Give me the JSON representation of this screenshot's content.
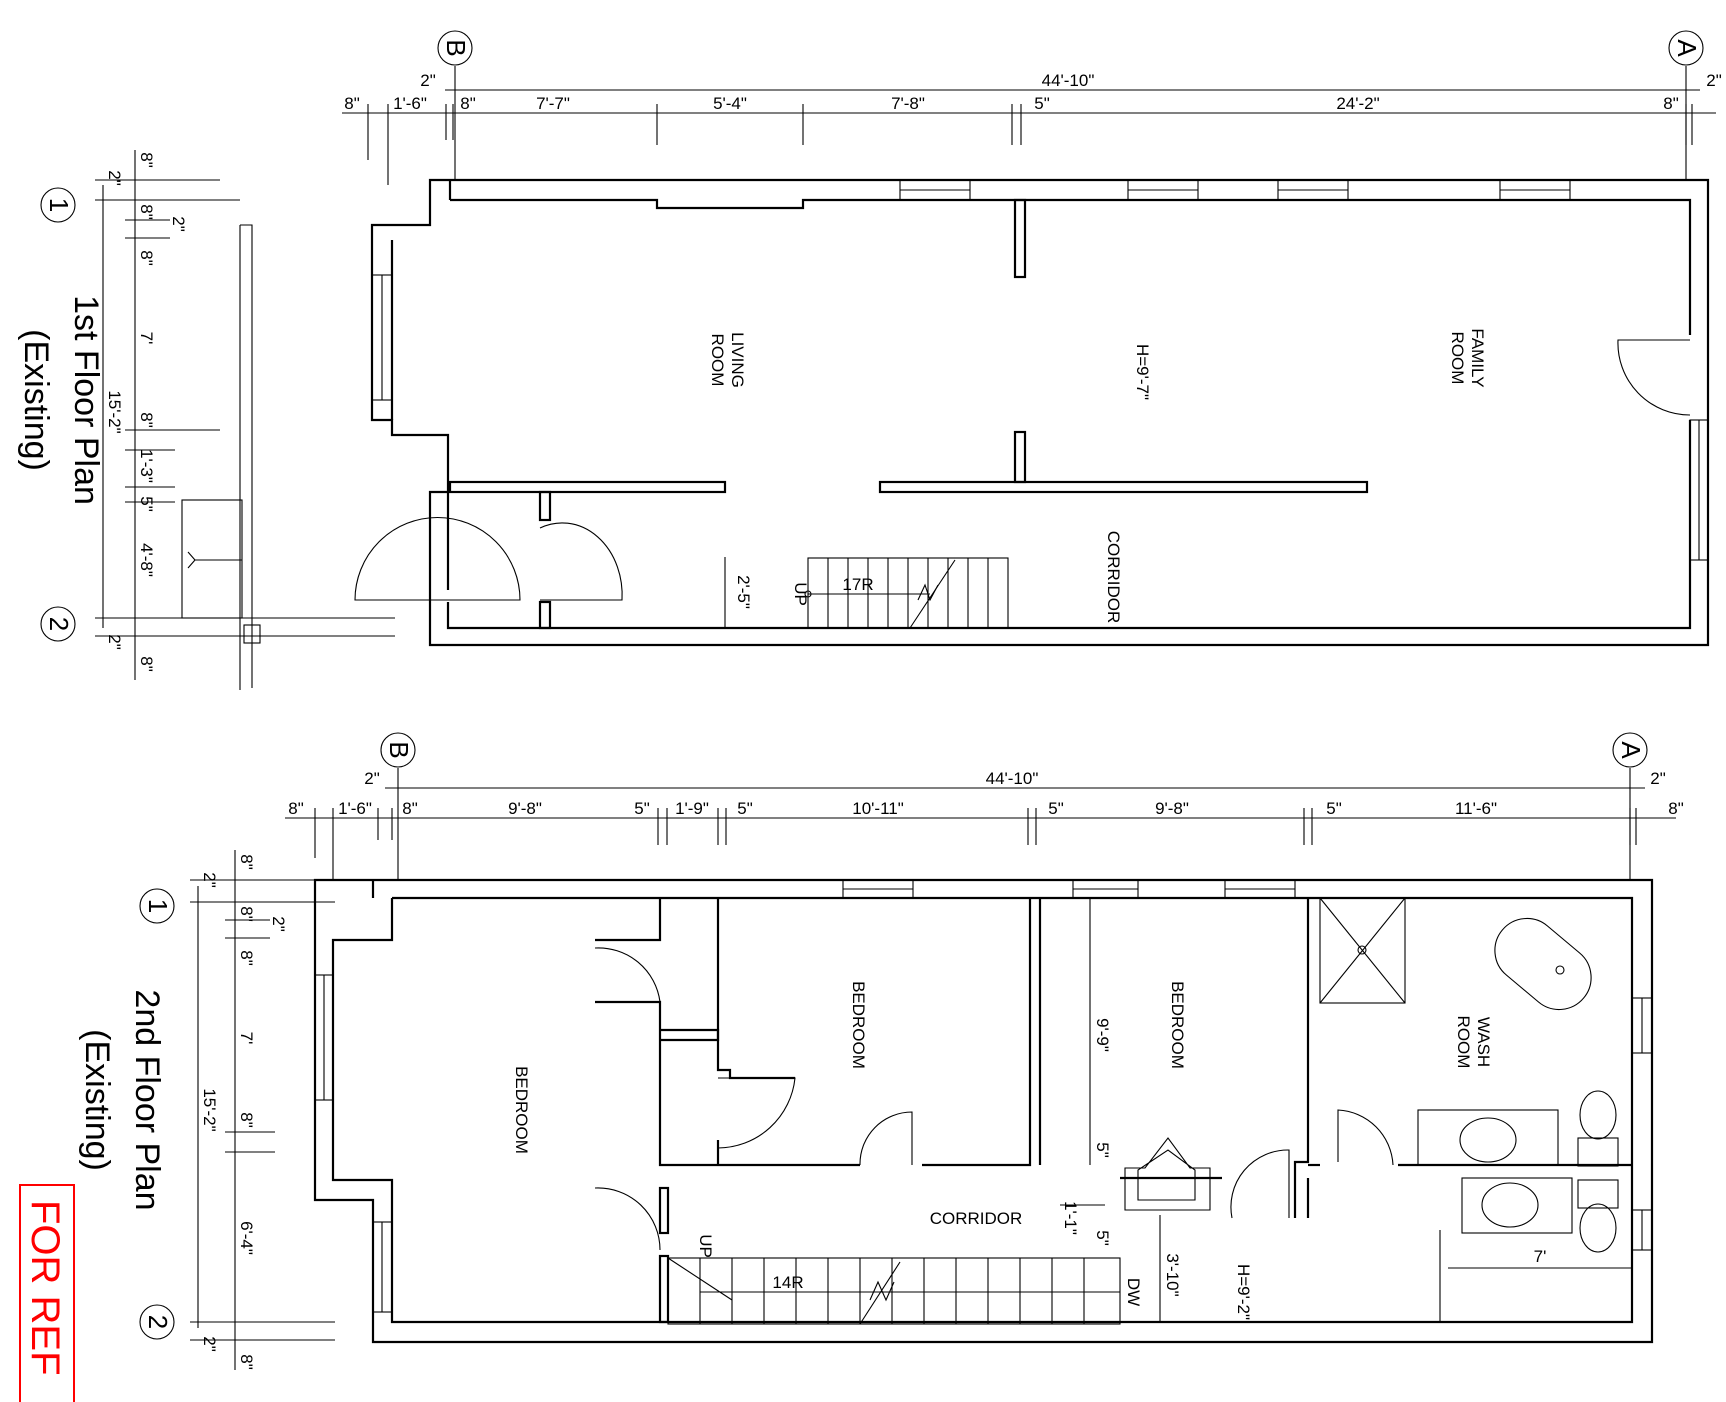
{
  "plans": {
    "first": {
      "title": "1st Floor Plan",
      "subtitle": "(Existing)",
      "grid_b": "B",
      "grid_a": "A",
      "grid_1": "1",
      "grid_2": "2",
      "overall_width": "44'-10\"",
      "top_dims": [
        "8\"",
        "1'-6\"",
        "8\"",
        "7'-7\"",
        "5'-4\"",
        "7'-8\"",
        "5\"",
        "24'-2\"",
        "8\"",
        "2\"",
        "2\""
      ],
      "side_dims": [
        "8\"",
        "2\"",
        "8\"",
        "2\"",
        "8\"",
        "7'",
        "15'-2\"",
        "8\"",
        "1'-3\"",
        "5\"",
        "4'-8\"",
        "2\"",
        "8\""
      ],
      "rooms": [
        "LIVING ROOM",
        "FAMILY ROOM",
        "H=9'-7\"",
        "CORRIDOR"
      ],
      "room_lines": {
        "living": [
          "LIVING",
          "ROOM"
        ],
        "family": [
          "FAMILY",
          "ROOM"
        ]
      },
      "stair_label": "17R",
      "stair_up": "UP",
      "door_dim": "2'-5\""
    },
    "second": {
      "title": "2nd Floor Plan",
      "subtitle": "(Existing)",
      "grid_b": "B",
      "grid_a": "A",
      "grid_1": "1",
      "grid_2": "2",
      "overall_width": "44'-10\"",
      "top_dims": [
        "8\"",
        "1'-6\"",
        "8\"",
        "9'-8\"",
        "5\"",
        "1'-9\"",
        "5\"",
        "10'-11\"",
        "5\"",
        "9'-8\"",
        "5\"",
        "11'-6\"",
        "8\"",
        "2\"",
        "2\""
      ],
      "side_dims": [
        "8\"",
        "2\"",
        "8\"",
        "2\"",
        "8\"",
        "7'",
        "15'-2\"",
        "8\"",
        "6'-4\"",
        "2\"",
        "8\""
      ],
      "rooms": [
        "BEDROOM",
        "BEDROOM",
        "BEDROOM",
        "WASH ROOM",
        "CORRIDOR",
        "H=9'-2\""
      ],
      "wash_lines": [
        "WASH",
        "ROOM"
      ],
      "interior_dims": [
        "9'-9\"",
        "5\"",
        "1'-1\"",
        "5\"",
        "3'-10\"",
        "7'"
      ],
      "stair_label": "14R",
      "stair_up": "UP",
      "dw": "DW"
    }
  },
  "stamp": "FOR REF"
}
